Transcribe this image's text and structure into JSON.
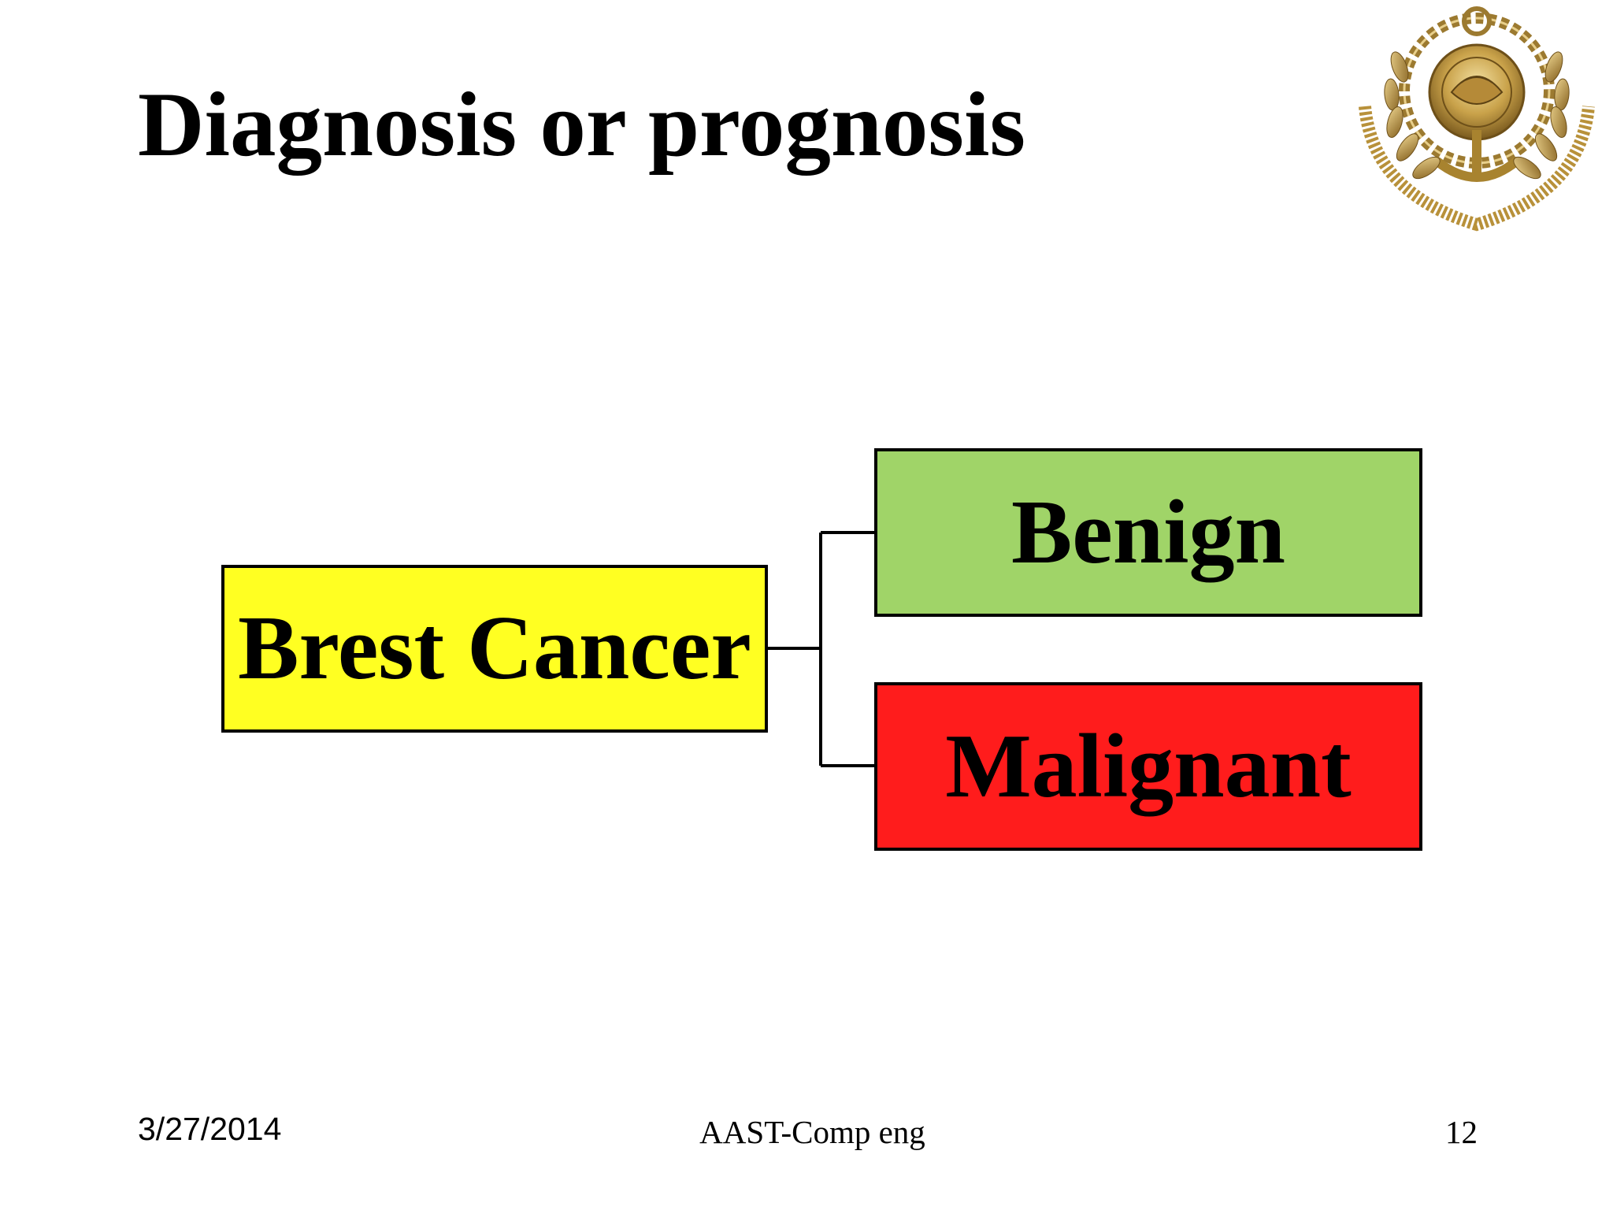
{
  "slide": {
    "title": "Diagnosis or prognosis"
  },
  "diagram": {
    "root": {
      "label": "Brest Cancer",
      "color": "#FFFF22"
    },
    "branches": [
      {
        "label": "Benign",
        "color": "#A0D468"
      },
      {
        "label": "Malignant",
        "color": "#FF1C1C"
      }
    ]
  },
  "logo": {
    "icon": "university-seal-icon",
    "colors": {
      "gold": "#B8913A",
      "dark_gold": "#7A5A1E",
      "light_gold": "#E8CF8A"
    }
  },
  "footer": {
    "date": "3/27/2014",
    "center_text": "AAST-Comp eng",
    "page_number": "12"
  }
}
